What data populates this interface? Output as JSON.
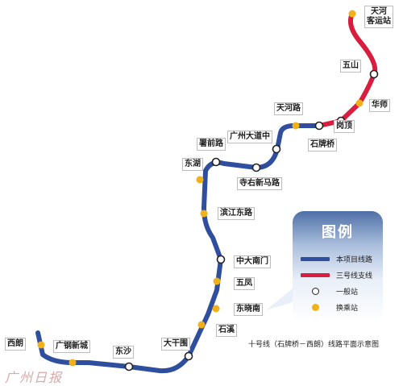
{
  "map": {
    "colors": {
      "main_line": "#2f4f9e",
      "branch_line": "#d81d3e",
      "transfer_station": "#f0b11a",
      "normal_station": "#ffffff"
    },
    "stations": [
      {
        "id": "tianhe-kaiyunzhan",
        "name": "天河\n客运站",
        "type": "transfer",
        "line": "branch"
      },
      {
        "id": "wushan",
        "name": "五山",
        "type": "normal",
        "line": "branch"
      },
      {
        "id": "huashi",
        "name": "华师",
        "type": "transfer",
        "line": "branch"
      },
      {
        "id": "gangding",
        "name": "岗顶",
        "type": "normal",
        "line": "branch"
      },
      {
        "id": "shipaiqiao",
        "name": "石牌桥",
        "type": "normal",
        "line": "main"
      },
      {
        "id": "tianhelu",
        "name": "天河路",
        "type": "transfer",
        "line": "main"
      },
      {
        "id": "guangzhoudadaozhong",
        "name": "广州大道中",
        "type": "normal",
        "line": "main"
      },
      {
        "id": "siyoumaju",
        "name": "寺右新马路",
        "type": "normal",
        "line": "main"
      },
      {
        "id": "shuqianlu",
        "name": "署前路",
        "type": "normal",
        "line": "main"
      },
      {
        "id": "donghu",
        "name": "东湖",
        "type": "transfer",
        "line": "main"
      },
      {
        "id": "binjiangdonglu",
        "name": "滨江东路",
        "type": "transfer",
        "line": "main"
      },
      {
        "id": "zhongdananmen",
        "name": "中大南门",
        "type": "normal",
        "line": "main"
      },
      {
        "id": "wufeng",
        "name": "五凤",
        "type": "transfer",
        "line": "main"
      },
      {
        "id": "dongxiaonan",
        "name": "东晓南",
        "type": "transfer",
        "line": "main"
      },
      {
        "id": "shixi",
        "name": "石溪",
        "type": "transfer",
        "line": "main"
      },
      {
        "id": "dagangwei",
        "name": "大干围",
        "type": "normal",
        "line": "main"
      },
      {
        "id": "dongsha",
        "name": "东沙",
        "type": "normal",
        "line": "main"
      },
      {
        "id": "guanggangxincheng",
        "name": "广钢新城",
        "type": "transfer",
        "line": "main"
      },
      {
        "id": "xilang",
        "name": "西朗",
        "type": "transfer",
        "line": "main"
      }
    ]
  },
  "legend": {
    "title": "图例",
    "main_line_label": "本项目线路",
    "branch_line_label": "三号线支线",
    "normal_station_label": "一般站",
    "transfer_station_label": "换乘站"
  },
  "caption": "十号线（石牌桥－西朗）线路平面示意图",
  "watermark": "广州日报"
}
